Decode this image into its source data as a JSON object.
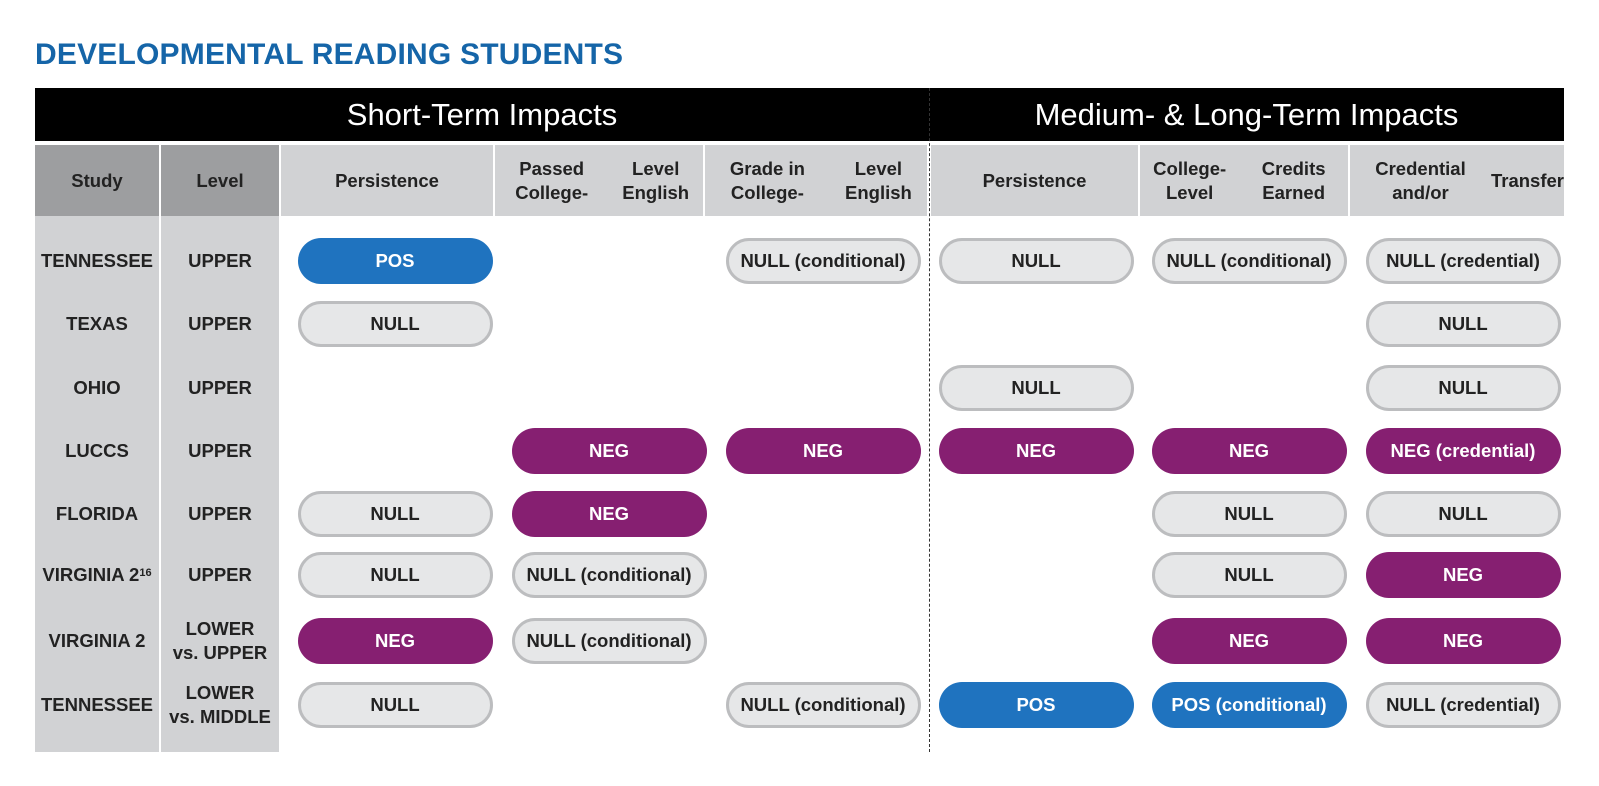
{
  "title": "DEVELOPMENTAL READING STUDENTS",
  "groups": {
    "short_term": "Short-Term Impacts",
    "medium_long_term": "Medium- & Long-Term Impacts"
  },
  "columns": {
    "study": "Study",
    "level": "Level",
    "st_persistence": [
      "Persistence"
    ],
    "passed_english": [
      "Passed College-",
      "Level English"
    ],
    "grade_english": [
      "Grade in College-",
      "Level English"
    ],
    "ml_persistence": [
      "Persistence"
    ],
    "credits_earned": [
      "College-Level",
      "Credits Earned"
    ],
    "credential": [
      "Credential and/or",
      "Transfer"
    ]
  },
  "colors": {
    "POS": "#1f73bf",
    "NEG": "#861f71",
    "NULL": "#e6e7e8",
    "title": "#1565a8"
  },
  "rows": [
    {
      "study": "TENNESSEE",
      "sup": "",
      "level": [
        "UPPER"
      ],
      "results": [
        {
          "label": "POS",
          "kind": "POS"
        },
        null,
        {
          "label": "NULL (conditional)",
          "kind": "NULL"
        },
        {
          "label": "NULL",
          "kind": "NULL"
        },
        {
          "label": "NULL (conditional)",
          "kind": "NULL"
        },
        {
          "label": "NULL (credential)",
          "kind": "NULL"
        }
      ]
    },
    {
      "study": "TEXAS",
      "sup": "",
      "level": [
        "UPPER"
      ],
      "results": [
        {
          "label": "NULL",
          "kind": "NULL"
        },
        null,
        null,
        null,
        null,
        {
          "label": "NULL",
          "kind": "NULL"
        }
      ]
    },
    {
      "study": "OHIO",
      "sup": "",
      "level": [
        "UPPER"
      ],
      "results": [
        null,
        null,
        null,
        {
          "label": "NULL",
          "kind": "NULL"
        },
        null,
        {
          "label": "NULL",
          "kind": "NULL"
        }
      ]
    },
    {
      "study": "LUCCS",
      "sup": "",
      "level": [
        "UPPER"
      ],
      "results": [
        null,
        {
          "label": "NEG",
          "kind": "NEG"
        },
        {
          "label": "NEG",
          "kind": "NEG"
        },
        {
          "label": "NEG",
          "kind": "NEG"
        },
        {
          "label": "NEG",
          "kind": "NEG"
        },
        {
          "label": "NEG (credential)",
          "kind": "NEG"
        }
      ]
    },
    {
      "study": "FLORIDA",
      "sup": "",
      "level": [
        "UPPER"
      ],
      "results": [
        {
          "label": "NULL",
          "kind": "NULL"
        },
        {
          "label": "NEG",
          "kind": "NEG"
        },
        null,
        null,
        {
          "label": "NULL",
          "kind": "NULL"
        },
        {
          "label": "NULL",
          "kind": "NULL"
        }
      ]
    },
    {
      "study": "VIRGINIA 2",
      "sup": "16",
      "level": [
        "UPPER"
      ],
      "results": [
        {
          "label": "NULL",
          "kind": "NULL"
        },
        {
          "label": "NULL (conditional)",
          "kind": "NULL"
        },
        null,
        null,
        {
          "label": "NULL",
          "kind": "NULL"
        },
        {
          "label": "NEG",
          "kind": "NEG"
        }
      ]
    },
    {
      "study": "VIRGINIA 2",
      "sup": "",
      "level": [
        "LOWER",
        "vs. UPPER"
      ],
      "results": [
        {
          "label": "NEG",
          "kind": "NEG"
        },
        {
          "label": "NULL (conditional)",
          "kind": "NULL"
        },
        null,
        null,
        {
          "label": "NEG",
          "kind": "NEG"
        },
        {
          "label": "NEG",
          "kind": "NEG"
        }
      ]
    },
    {
      "study": "TENNESSEE",
      "sup": "",
      "level": [
        "LOWER",
        "vs. MIDDLE"
      ],
      "results": [
        {
          "label": "NULL",
          "kind": "NULL"
        },
        null,
        {
          "label": "NULL (conditional)",
          "kind": "NULL"
        },
        {
          "label": "POS",
          "kind": "POS"
        },
        {
          "label": "POS (conditional)",
          "kind": "POS"
        },
        {
          "label": "NULL (credential)",
          "kind": "NULL"
        }
      ]
    }
  ]
}
